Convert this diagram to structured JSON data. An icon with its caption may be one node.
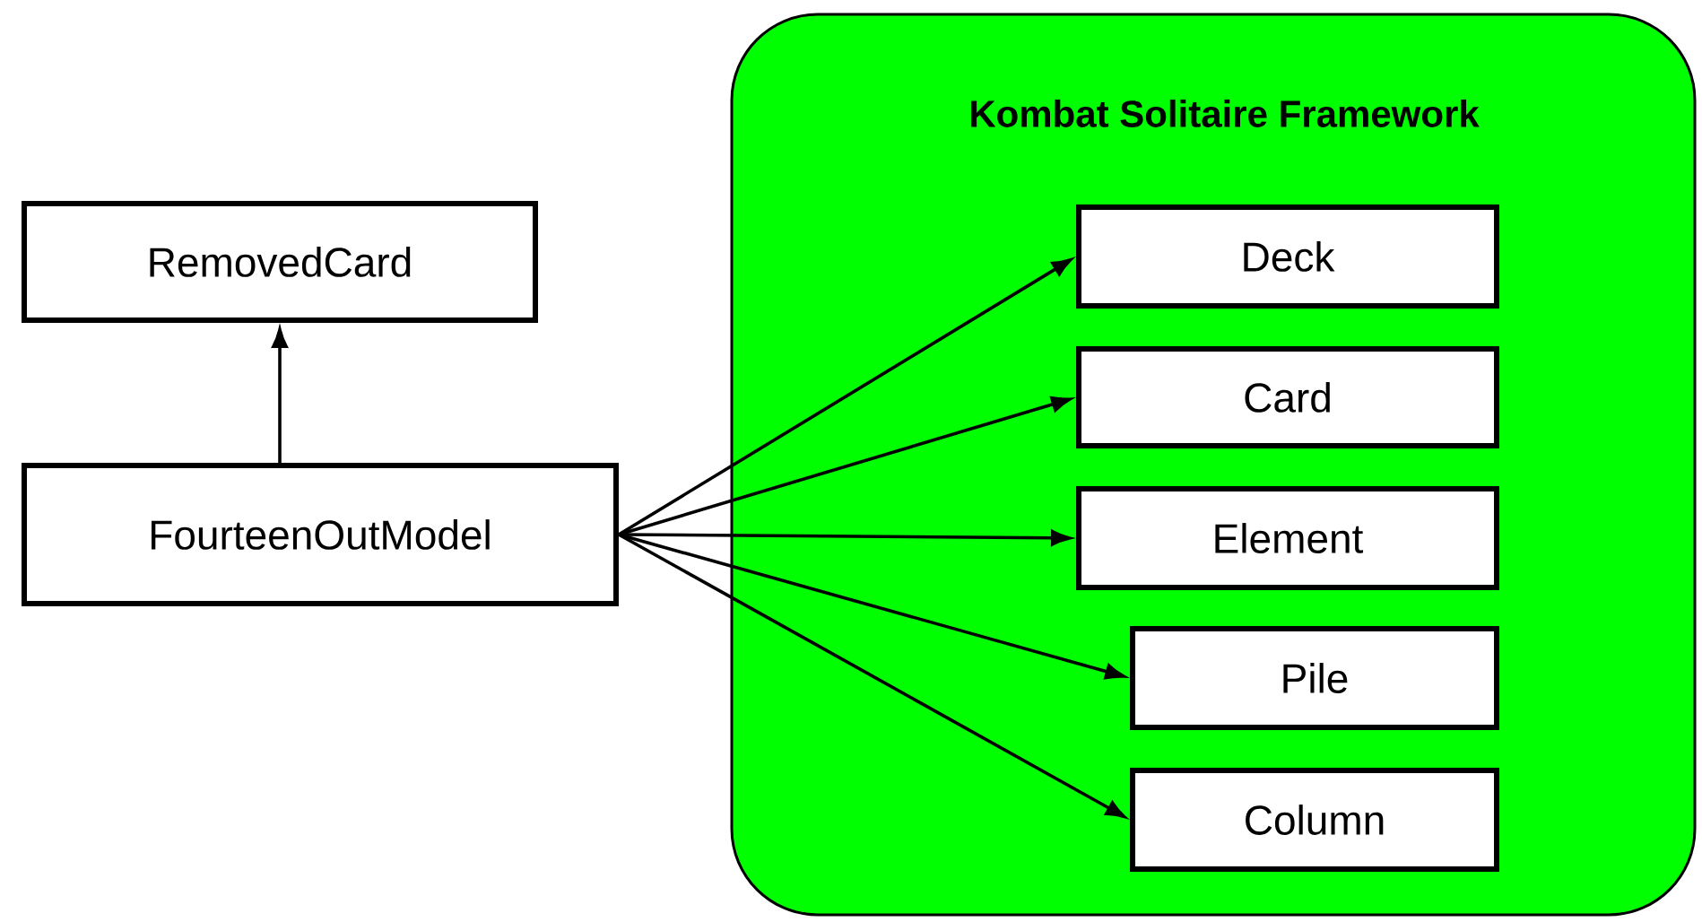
{
  "diagram": {
    "nodes": [
      {
        "text": [
          "RemovedCard"
        ]
      },
      {
        "text": [
          "FourteenOutModel"
        ]
      },
      {
        "text": [
          "Kombat Solitaire Framework"
        ]
      },
      {
        "text": [
          "Deck"
        ],
        "in": 2
      },
      {
        "text": [
          "Card"
        ],
        "in": 2
      },
      {
        "text": [
          "Element"
        ],
        "in": 2
      },
      {
        "text": [
          "Pile"
        ],
        "in": 2
      },
      {
        "text": [
          "Column"
        ],
        "in": 2
      }
    ],
    "edges": [
      {
        "from": 1,
        "to": 0,
        "arrow": "to"
      },
      {
        "from": 1,
        "to": 3,
        "arrow": "to"
      },
      {
        "from": 1,
        "to": 4,
        "arrow": "to"
      },
      {
        "from": 1,
        "to": 5,
        "arrow": "to"
      },
      {
        "from": 1,
        "to": 6,
        "arrow": "to"
      },
      {
        "from": 1,
        "to": 7,
        "arrow": "to"
      }
    ]
  }
}
